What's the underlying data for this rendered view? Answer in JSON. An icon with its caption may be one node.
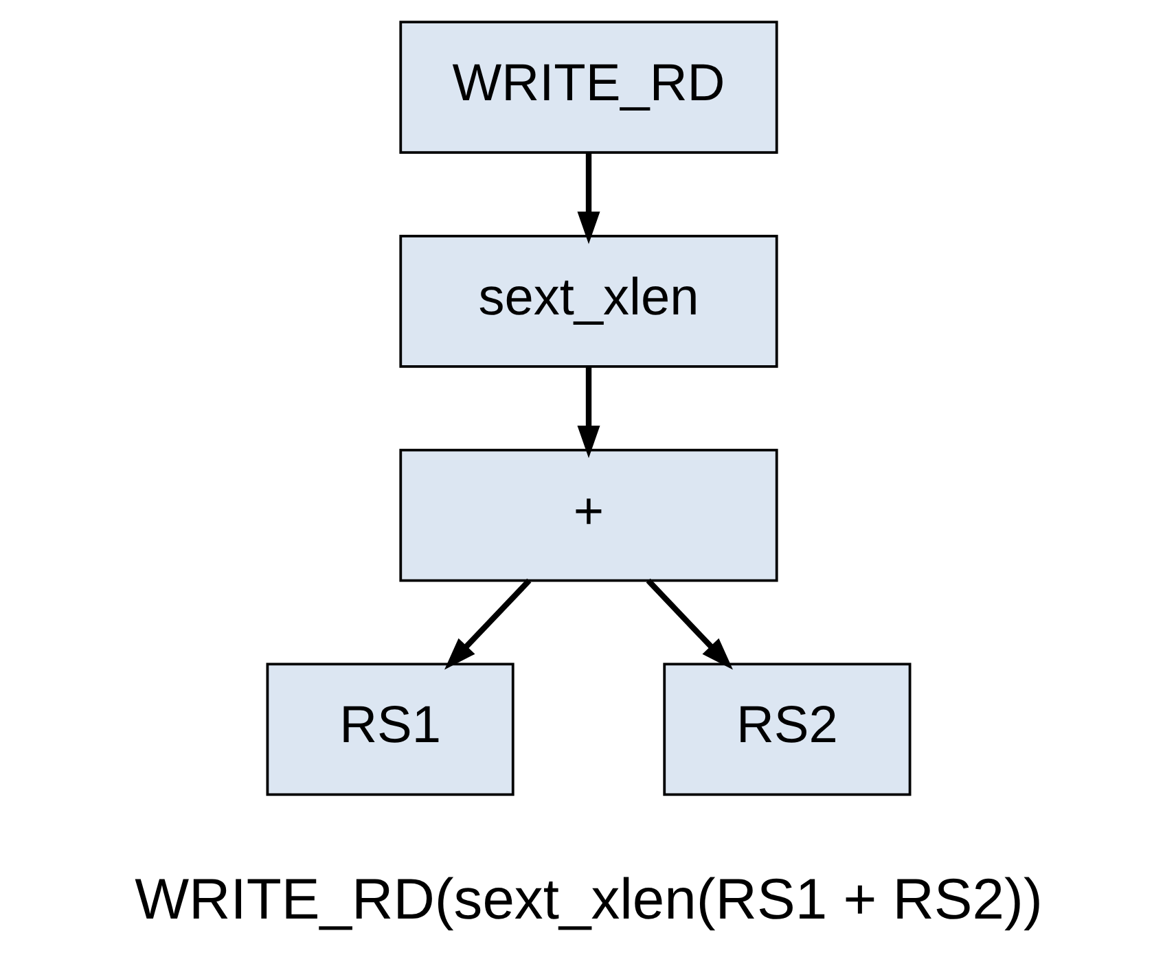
{
  "diagram": {
    "caption": "WRITE_RD(sext_xlen(RS1 + RS2))",
    "nodes": [
      {
        "text": [
          "WRITE_RD"
        ]
      },
      {
        "text": [
          "sext_xlen"
        ]
      },
      {
        "text": [
          "+"
        ]
      },
      {
        "text": [
          "RS1"
        ]
      },
      {
        "text": [
          "RS2"
        ]
      }
    ],
    "edges": [
      {
        "from": 0,
        "to": 1,
        "arrow": "to"
      },
      {
        "from": 1,
        "to": 2,
        "arrow": "to"
      },
      {
        "from": 2,
        "to": 3,
        "arrow": "to"
      },
      {
        "from": 2,
        "to": 4,
        "arrow": "to"
      }
    ]
  }
}
